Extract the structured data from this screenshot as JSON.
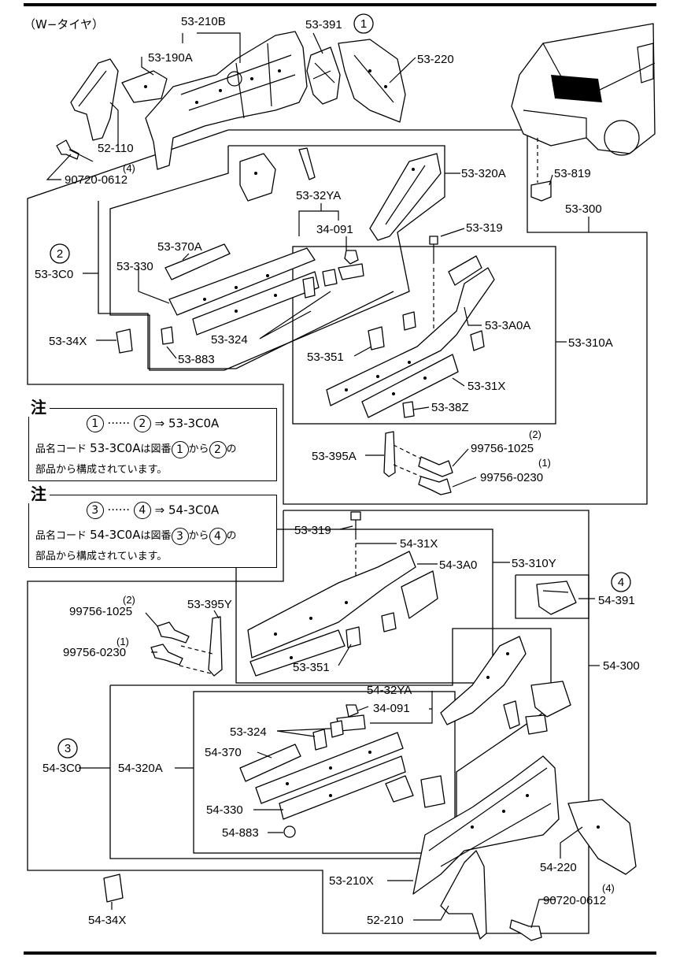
{
  "title": "（W−タイヤ）",
  "labels": {
    "p53_210B": "53-210B",
    "p53_190A": "53-190A",
    "p53_391": "53-391",
    "c1a": "1",
    "p53_220": "53-220",
    "p52_110": "52-110",
    "q4a": "(4)",
    "p90720_0612a": "90720-0612",
    "p53_320A": "53-320A",
    "p53_819": "53-819",
    "p53_32YA": "53-32YA",
    "p53_300": "53-300",
    "p34_091a": "34-091",
    "p53_319a": "53-319",
    "c2": "2",
    "p53_3C0": "53-3C0",
    "p53_370A": "53-370A",
    "p53_330": "53-330",
    "p53_3A0A": "53-3A0A",
    "p53_34X": "53-34X",
    "p53_310A": "53-310A",
    "p53_324a": "53-324",
    "p53_351a": "53-351",
    "p53_883": "53-883",
    "p53_31Xa": "53-31X",
    "p53_38Z": "53-38Z",
    "q2a": "(2)",
    "p99756_1025a": "99756-1025",
    "p53_395A": "53-395A",
    "q1a": "(1)",
    "p99756_0230a": "99756-0230",
    "p53_319b": "53-319",
    "p54_31X": "54-31X",
    "p54_3A0": "54-3A0",
    "p53_310Y": "53-310Y",
    "c4": "4",
    "p54_391": "54-391",
    "q2b": "(2)",
    "p99756_1025b": "99756-1025",
    "p53_395Y": "53-395Y",
    "q1b": "(1)",
    "p99756_0230b": "99756-0230",
    "p53_351b": "53-351",
    "p54_300": "54-300",
    "p54_32YA": "54-32YA",
    "p34_091b": "34-091",
    "p53_324b": "53-324",
    "c3": "3",
    "p54_370": "54-370",
    "p54_3C0": "54-3C0",
    "p54_320A": "54-320A",
    "p54_330": "54-330",
    "p54_883": "54-883",
    "p54_220": "54-220",
    "p53_210X": "53-210X",
    "q4b": "(4)",
    "p90720_0612b": "90720-0612",
    "p54_34X": "54-34X",
    "p52_210": "52-210"
  },
  "notes": [
    {
      "header": "注",
      "from": "1",
      "dots": "······",
      "to": "2",
      "arrow": "⇒",
      "target": "53-3C0A",
      "line2_a": "品名コード",
      "line2_code": "53-3C0A",
      "line2_b": "は図番",
      "line2_c": "から",
      "line2_d": "の",
      "line3": "部品から構成されています。"
    },
    {
      "header": "注",
      "from": "3",
      "dots": "······",
      "to": "4",
      "arrow": "⇒",
      "target": "54-3C0A",
      "line2_a": "品名コード",
      "line2_code": "54-3C0A",
      "line2_b": "は図番",
      "line2_c": "から",
      "line2_d": "の",
      "line3": "部品から構成されています。"
    }
  ]
}
